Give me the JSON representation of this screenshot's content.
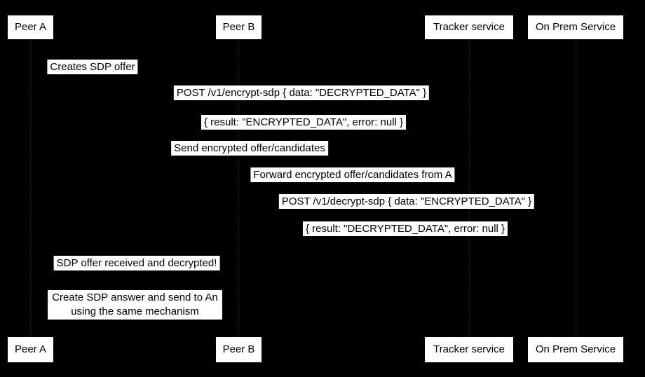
{
  "colors": {
    "background": "#000000",
    "actor_box_fill": "#ffffff",
    "label_fill": "#ffffff",
    "text": "#000000",
    "lifeline": "#232323"
  },
  "actors": [
    {
      "label": "Peer A"
    },
    {
      "label": "Peer B"
    },
    {
      "label": "Tracker service"
    },
    {
      "label": "On Prem Service"
    }
  ],
  "messages": [
    {
      "text": "Creates SDP offer"
    },
    {
      "text": "POST /v1/encrypt-sdp { data: \"DECRYPTED_DATA\" }"
    },
    {
      "text": "{ result: \"ENCRYPTED_DATA\", error: null }"
    },
    {
      "text": "Send encrypted offer/candidates"
    },
    {
      "text": "Forward encrypted offer/candidates from A"
    },
    {
      "text": "POST /v1/decrypt-sdp { data: \"ENCRYPTED_DATA\" }"
    },
    {
      "text": "{ result: \"DECRYPTED_DATA\", error: null }"
    },
    {
      "text": "SDP offer received and decrypted!"
    }
  ],
  "note": {
    "lines": [
      "Create SDP answer and send to An",
      "using the same mechanism"
    ]
  }
}
